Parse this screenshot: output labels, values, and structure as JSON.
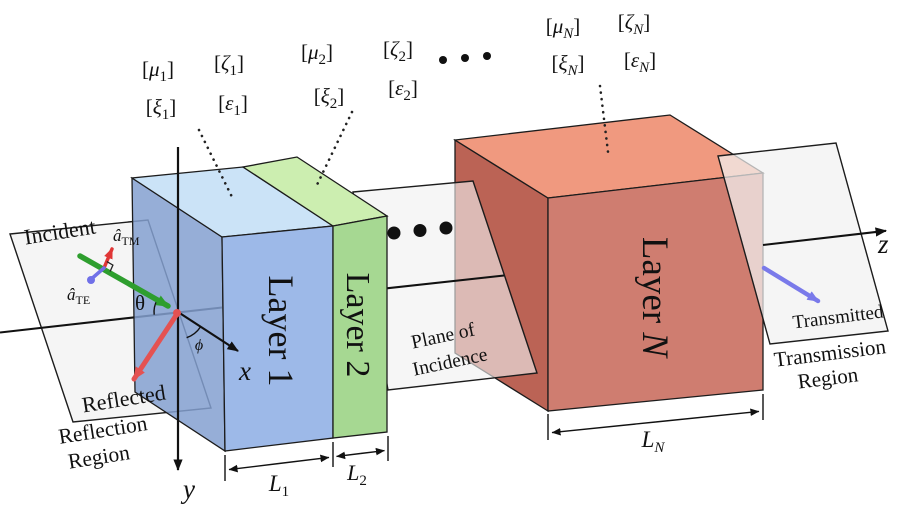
{
  "figure": {
    "type": "physics-diagram",
    "subject": "Plane wave incidence on N-layer bianisotropic slab"
  },
  "colors": {
    "layer1_front": "#9db9e8",
    "layer1_top": "#cbe3f7",
    "layer1_side": "#84a0d0",
    "layer2_front": "#a6d892",
    "layer2_top": "#cceeb0",
    "layerN_front": "#cf7d70",
    "layerN_top": "#f0997f",
    "layerN_side": "#bb6355",
    "sheet_gray": "#f1f1f1",
    "incident_green": "#2e9e2e",
    "incident_text_green": "#1d8a1d",
    "reflected_red": "#e45252",
    "tm_red": "#e03636",
    "te_blue": "#7070e8",
    "transmitted_blue": "#7a7aea",
    "line_black": "#1c1c1c"
  },
  "axes": {
    "x": "x",
    "y": "y",
    "z": "z"
  },
  "angles": {
    "theta": "θ",
    "phi": "ϕ"
  },
  "unit_vectors": {
    "hat": "â",
    "tm": "TM",
    "te": "TE"
  },
  "waves": {
    "incident": "Incident",
    "reflected": "Reflected",
    "transmitted": "Transmitted"
  },
  "regions": {
    "reflection": [
      "Reflection",
      "Region"
    ],
    "incidence": [
      "Plane of",
      "Incidence"
    ],
    "transmission": [
      "Transmission",
      "Region"
    ]
  },
  "layers": {
    "l1": {
      "word": "Layer",
      "num": "1"
    },
    "l2": {
      "word": "Layer",
      "num": "2"
    },
    "lN": {
      "word": "Layer",
      "num": "N"
    }
  },
  "thicknesses": {
    "sym": "L",
    "sub1": "1",
    "sub2": "2",
    "subN": "N"
  },
  "bracket": {
    "open": "[",
    "close": "]"
  },
  "ellipsis": "• • •",
  "params": {
    "mu1": {
      "sym": "μ",
      "sub": "1"
    },
    "zeta1": {
      "sym": "ζ",
      "sub": "1"
    },
    "xi1": {
      "sym": "ξ",
      "sub": "1"
    },
    "eps1": {
      "sym": "ε",
      "sub": "1"
    },
    "mu2": {
      "sym": "μ",
      "sub": "2"
    },
    "zeta2": {
      "sym": "ζ",
      "sub": "2"
    },
    "xi2": {
      "sym": "ξ",
      "sub": "2"
    },
    "eps2": {
      "sym": "ε",
      "sub": "2"
    },
    "muN": {
      "sym": "μ",
      "sub": "N"
    },
    "zetaN": {
      "sym": "ζ",
      "sub": "N"
    },
    "xiN": {
      "sym": "ξ",
      "sub": "N"
    },
    "epsN": {
      "sym": "ε",
      "sub": "N"
    }
  }
}
